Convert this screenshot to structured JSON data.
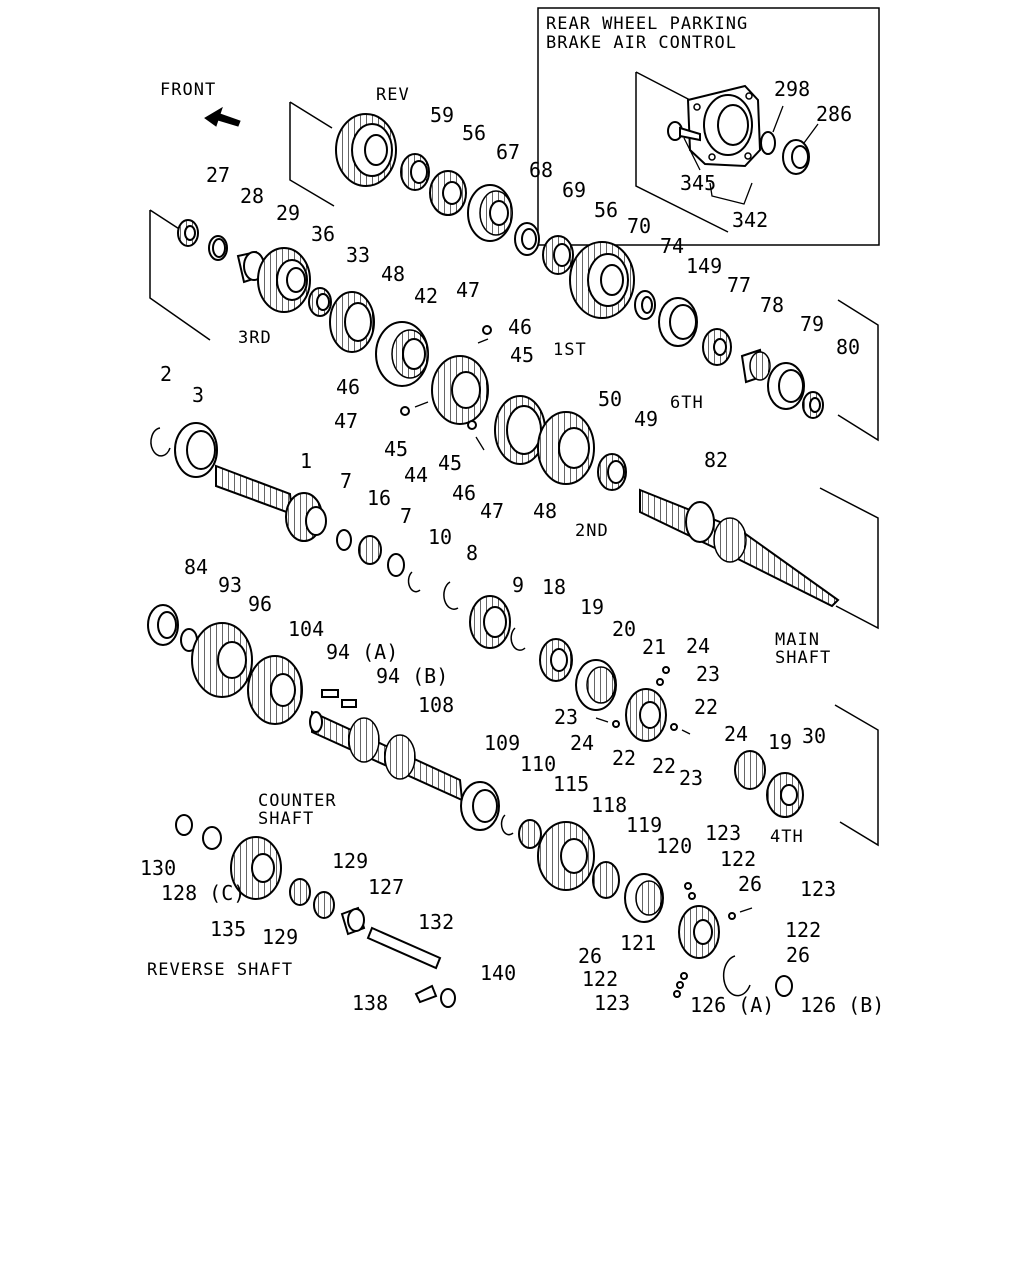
{
  "captions": {
    "front": "FRONT",
    "rev": "REV",
    "third": "3RD",
    "first": "1ST",
    "sixth": "6TH",
    "second": "2ND",
    "main_shaft_1": "MAIN",
    "main_shaft_2": "SHAFT",
    "counter_shaft_1": "COUNTER",
    "counter_shaft_2": "SHAFT",
    "fourth": "4TH",
    "reverse_shaft": "REVERSE SHAFT",
    "inset_title_1": "REAR WHEEL PARKING",
    "inset_title_2": "BRAKE AIR CONTROL"
  },
  "parts": [
    {
      "id": "p1",
      "label": "1"
    },
    {
      "id": "p2",
      "label": "2"
    },
    {
      "id": "p3",
      "label": "3"
    },
    {
      "id": "p7a",
      "label": "7"
    },
    {
      "id": "p7b",
      "label": "7"
    },
    {
      "id": "p8",
      "label": "8"
    },
    {
      "id": "p9",
      "label": "9"
    },
    {
      "id": "p10",
      "label": "10"
    },
    {
      "id": "p16",
      "label": "16"
    },
    {
      "id": "p18",
      "label": "18"
    },
    {
      "id": "p19a",
      "label": "19"
    },
    {
      "id": "p19b",
      "label": "19"
    },
    {
      "id": "p20",
      "label": "20"
    },
    {
      "id": "p21",
      "label": "21"
    },
    {
      "id": "p22a",
      "label": "22"
    },
    {
      "id": "p22b",
      "label": "22"
    },
    {
      "id": "p22c",
      "label": "22"
    },
    {
      "id": "p23a",
      "label": "23"
    },
    {
      "id": "p23b",
      "label": "23"
    },
    {
      "id": "p23c",
      "label": "23"
    },
    {
      "id": "p24a",
      "label": "24"
    },
    {
      "id": "p24b",
      "label": "24"
    },
    {
      "id": "p24c",
      "label": "24"
    },
    {
      "id": "p26a",
      "label": "26"
    },
    {
      "id": "p26b",
      "label": "26"
    },
    {
      "id": "p26c",
      "label": "26"
    },
    {
      "id": "p27",
      "label": "27"
    },
    {
      "id": "p28",
      "label": "28"
    },
    {
      "id": "p29",
      "label": "29"
    },
    {
      "id": "p30",
      "label": "30"
    },
    {
      "id": "p33",
      "label": "33"
    },
    {
      "id": "p36",
      "label": "36"
    },
    {
      "id": "p42",
      "label": "42"
    },
    {
      "id": "p44",
      "label": "44"
    },
    {
      "id": "p45a",
      "label": "45"
    },
    {
      "id": "p45b",
      "label": "45"
    },
    {
      "id": "p45c",
      "label": "45"
    },
    {
      "id": "p46a",
      "label": "46"
    },
    {
      "id": "p46b",
      "label": "46"
    },
    {
      "id": "p46c",
      "label": "46"
    },
    {
      "id": "p47a",
      "label": "47"
    },
    {
      "id": "p47b",
      "label": "47"
    },
    {
      "id": "p47c",
      "label": "47"
    },
    {
      "id": "p48a",
      "label": "48"
    },
    {
      "id": "p48b",
      "label": "48"
    },
    {
      "id": "p49",
      "label": "49"
    },
    {
      "id": "p50",
      "label": "50"
    },
    {
      "id": "p56a",
      "label": "56"
    },
    {
      "id": "p56b",
      "label": "56"
    },
    {
      "id": "p59",
      "label": "59"
    },
    {
      "id": "p67",
      "label": "67"
    },
    {
      "id": "p68",
      "label": "68"
    },
    {
      "id": "p69",
      "label": "69"
    },
    {
      "id": "p70",
      "label": "70"
    },
    {
      "id": "p74",
      "label": "74"
    },
    {
      "id": "p77",
      "label": "77"
    },
    {
      "id": "p78",
      "label": "78"
    },
    {
      "id": "p79",
      "label": "79"
    },
    {
      "id": "p80",
      "label": "80"
    },
    {
      "id": "p82",
      "label": "82"
    },
    {
      "id": "p84",
      "label": "84"
    },
    {
      "id": "p93",
      "label": "93"
    },
    {
      "id": "p94a",
      "label": "94 (A)"
    },
    {
      "id": "p94b",
      "label": "94 (B)"
    },
    {
      "id": "p96",
      "label": "96"
    },
    {
      "id": "p104",
      "label": "104"
    },
    {
      "id": "p108",
      "label": "108"
    },
    {
      "id": "p109",
      "label": "109"
    },
    {
      "id": "p110",
      "label": "110"
    },
    {
      "id": "p115",
      "label": "115"
    },
    {
      "id": "p118",
      "label": "118"
    },
    {
      "id": "p119",
      "label": "119"
    },
    {
      "id": "p120",
      "label": "120"
    },
    {
      "id": "p121",
      "label": "121"
    },
    {
      "id": "p122a",
      "label": "122"
    },
    {
      "id": "p122b",
      "label": "122"
    },
    {
      "id": "p122c",
      "label": "122"
    },
    {
      "id": "p123a",
      "label": "123"
    },
    {
      "id": "p123b",
      "label": "123"
    },
    {
      "id": "p123c",
      "label": "123"
    },
    {
      "id": "p126a",
      "label": "126 (A)"
    },
    {
      "id": "p126b",
      "label": "126 (B)"
    },
    {
      "id": "p127",
      "label": "127"
    },
    {
      "id": "p128c",
      "label": "128 (C)"
    },
    {
      "id": "p129a",
      "label": "129"
    },
    {
      "id": "p129b",
      "label": "129"
    },
    {
      "id": "p130",
      "label": "130"
    },
    {
      "id": "p132",
      "label": "132"
    },
    {
      "id": "p135",
      "label": "135"
    },
    {
      "id": "p138",
      "label": "138"
    },
    {
      "id": "p140",
      "label": "140"
    },
    {
      "id": "p149",
      "label": "149"
    },
    {
      "id": "p286",
      "label": "286"
    },
    {
      "id": "p298",
      "label": "298"
    },
    {
      "id": "p342",
      "label": "342"
    },
    {
      "id": "p345",
      "label": "345"
    }
  ]
}
